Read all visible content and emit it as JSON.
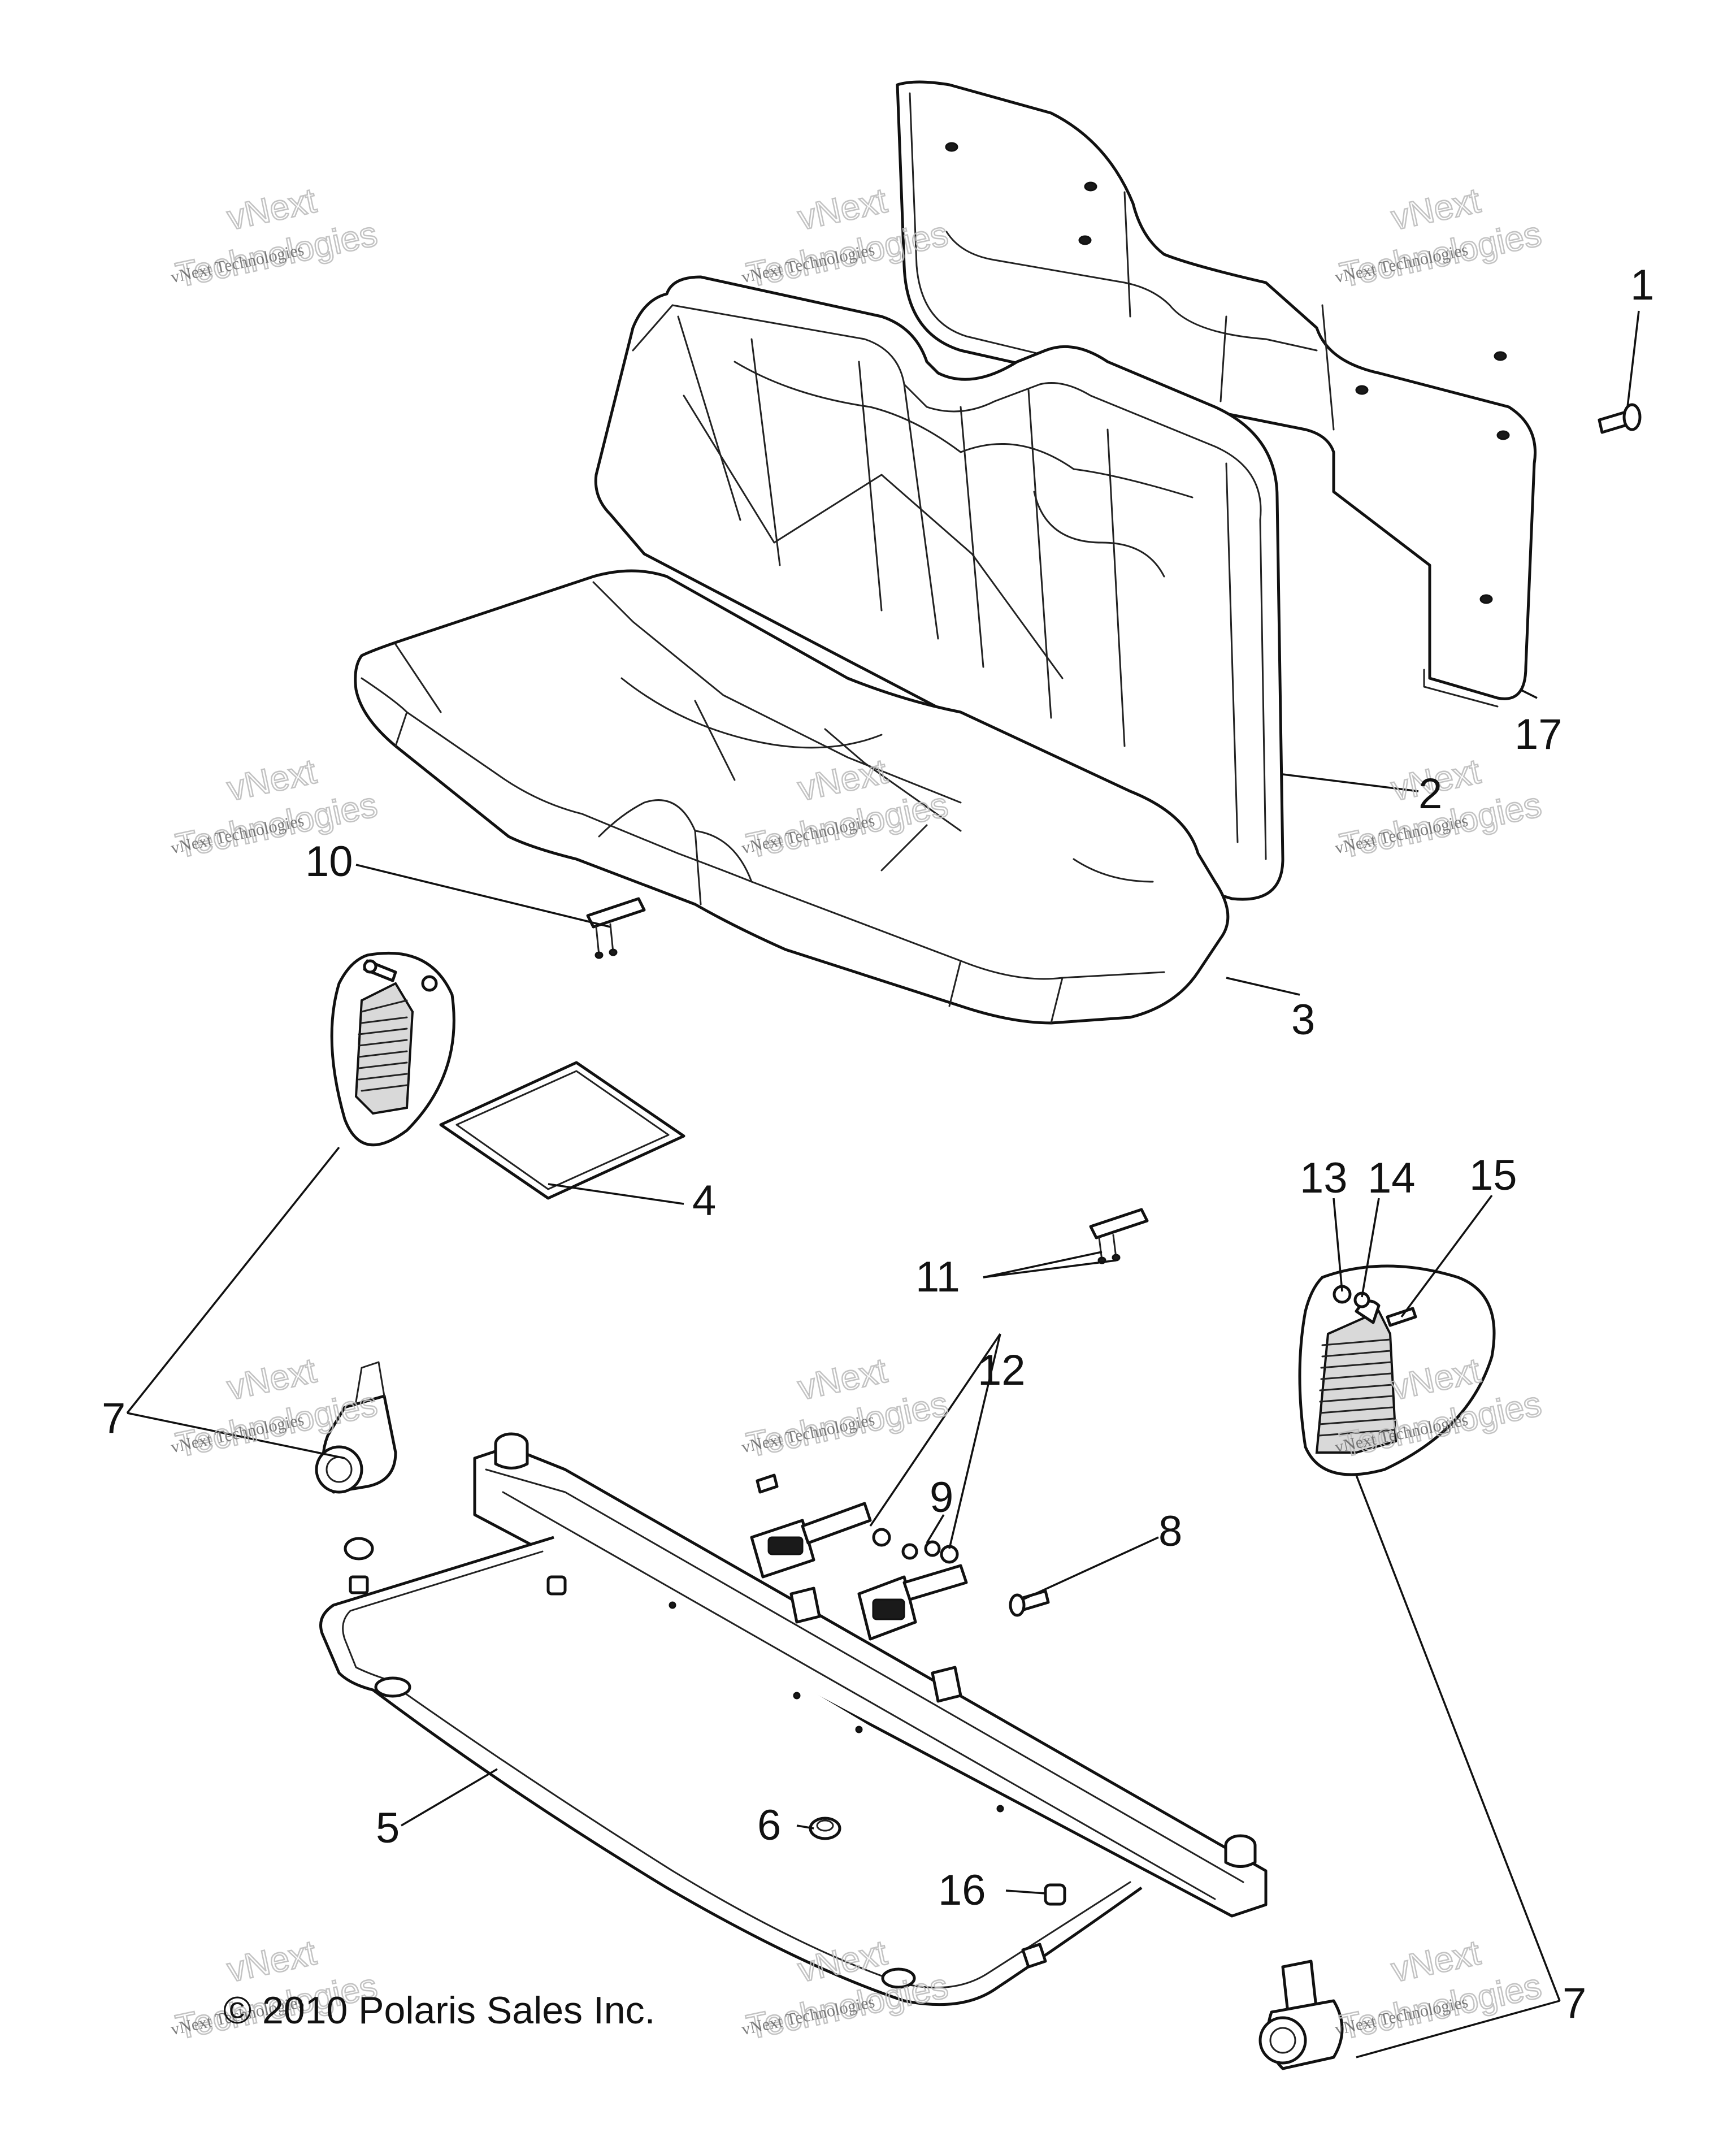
{
  "diagram": {
    "copyright": "© 2010 Polaris Sales Inc.",
    "watermark": {
      "line1": "vNext Technologies",
      "line2": "vNext",
      "line3": "Technologies"
    },
    "callouts": [
      "1",
      "17",
      "2",
      "10",
      "3",
      "4",
      "13",
      "14",
      "15",
      "11",
      "12",
      "7",
      "9",
      "8",
      "5",
      "6",
      "16",
      "7"
    ]
  }
}
